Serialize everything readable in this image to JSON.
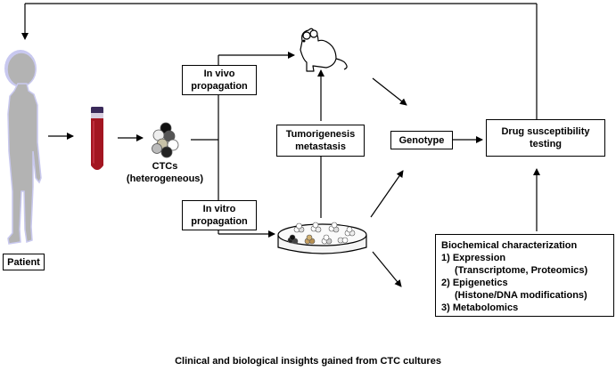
{
  "patient_label": "Patient",
  "ctc_label_line1": "CTCs",
  "ctc_label_line2": "(heterogeneous)",
  "in_vivo": [
    "In vivo",
    "propagation"
  ],
  "in_vitro": [
    "In vitro",
    "propagation"
  ],
  "tumorigenesis": [
    "Tumorigenesis",
    "metastasis"
  ],
  "genotype": "Genotype",
  "drug": [
    "Drug susceptibility",
    "testing"
  ],
  "biochem": {
    "title": "Biochemical characterization",
    "item1": "1)  Expression",
    "item1_sub": "(Transcriptome, Proteomics)",
    "item2": "2) Epigenetics",
    "item2_sub": "(Histone/DNA modifications)",
    "item3": "3) Metabolomics"
  },
  "caption": "Clinical and biological insights gained from CTC cultures",
  "colors": {
    "silhouette": "#b3b3b3",
    "silhouette_glow": "#c8c8f0",
    "blood": "#a31621",
    "cap": "#3a2a5a"
  },
  "icons": [
    "patient-silhouette-icon",
    "blood-tube-icon",
    "ctc-cluster-icon",
    "mouse-icon",
    "petri-dish-icon"
  ]
}
